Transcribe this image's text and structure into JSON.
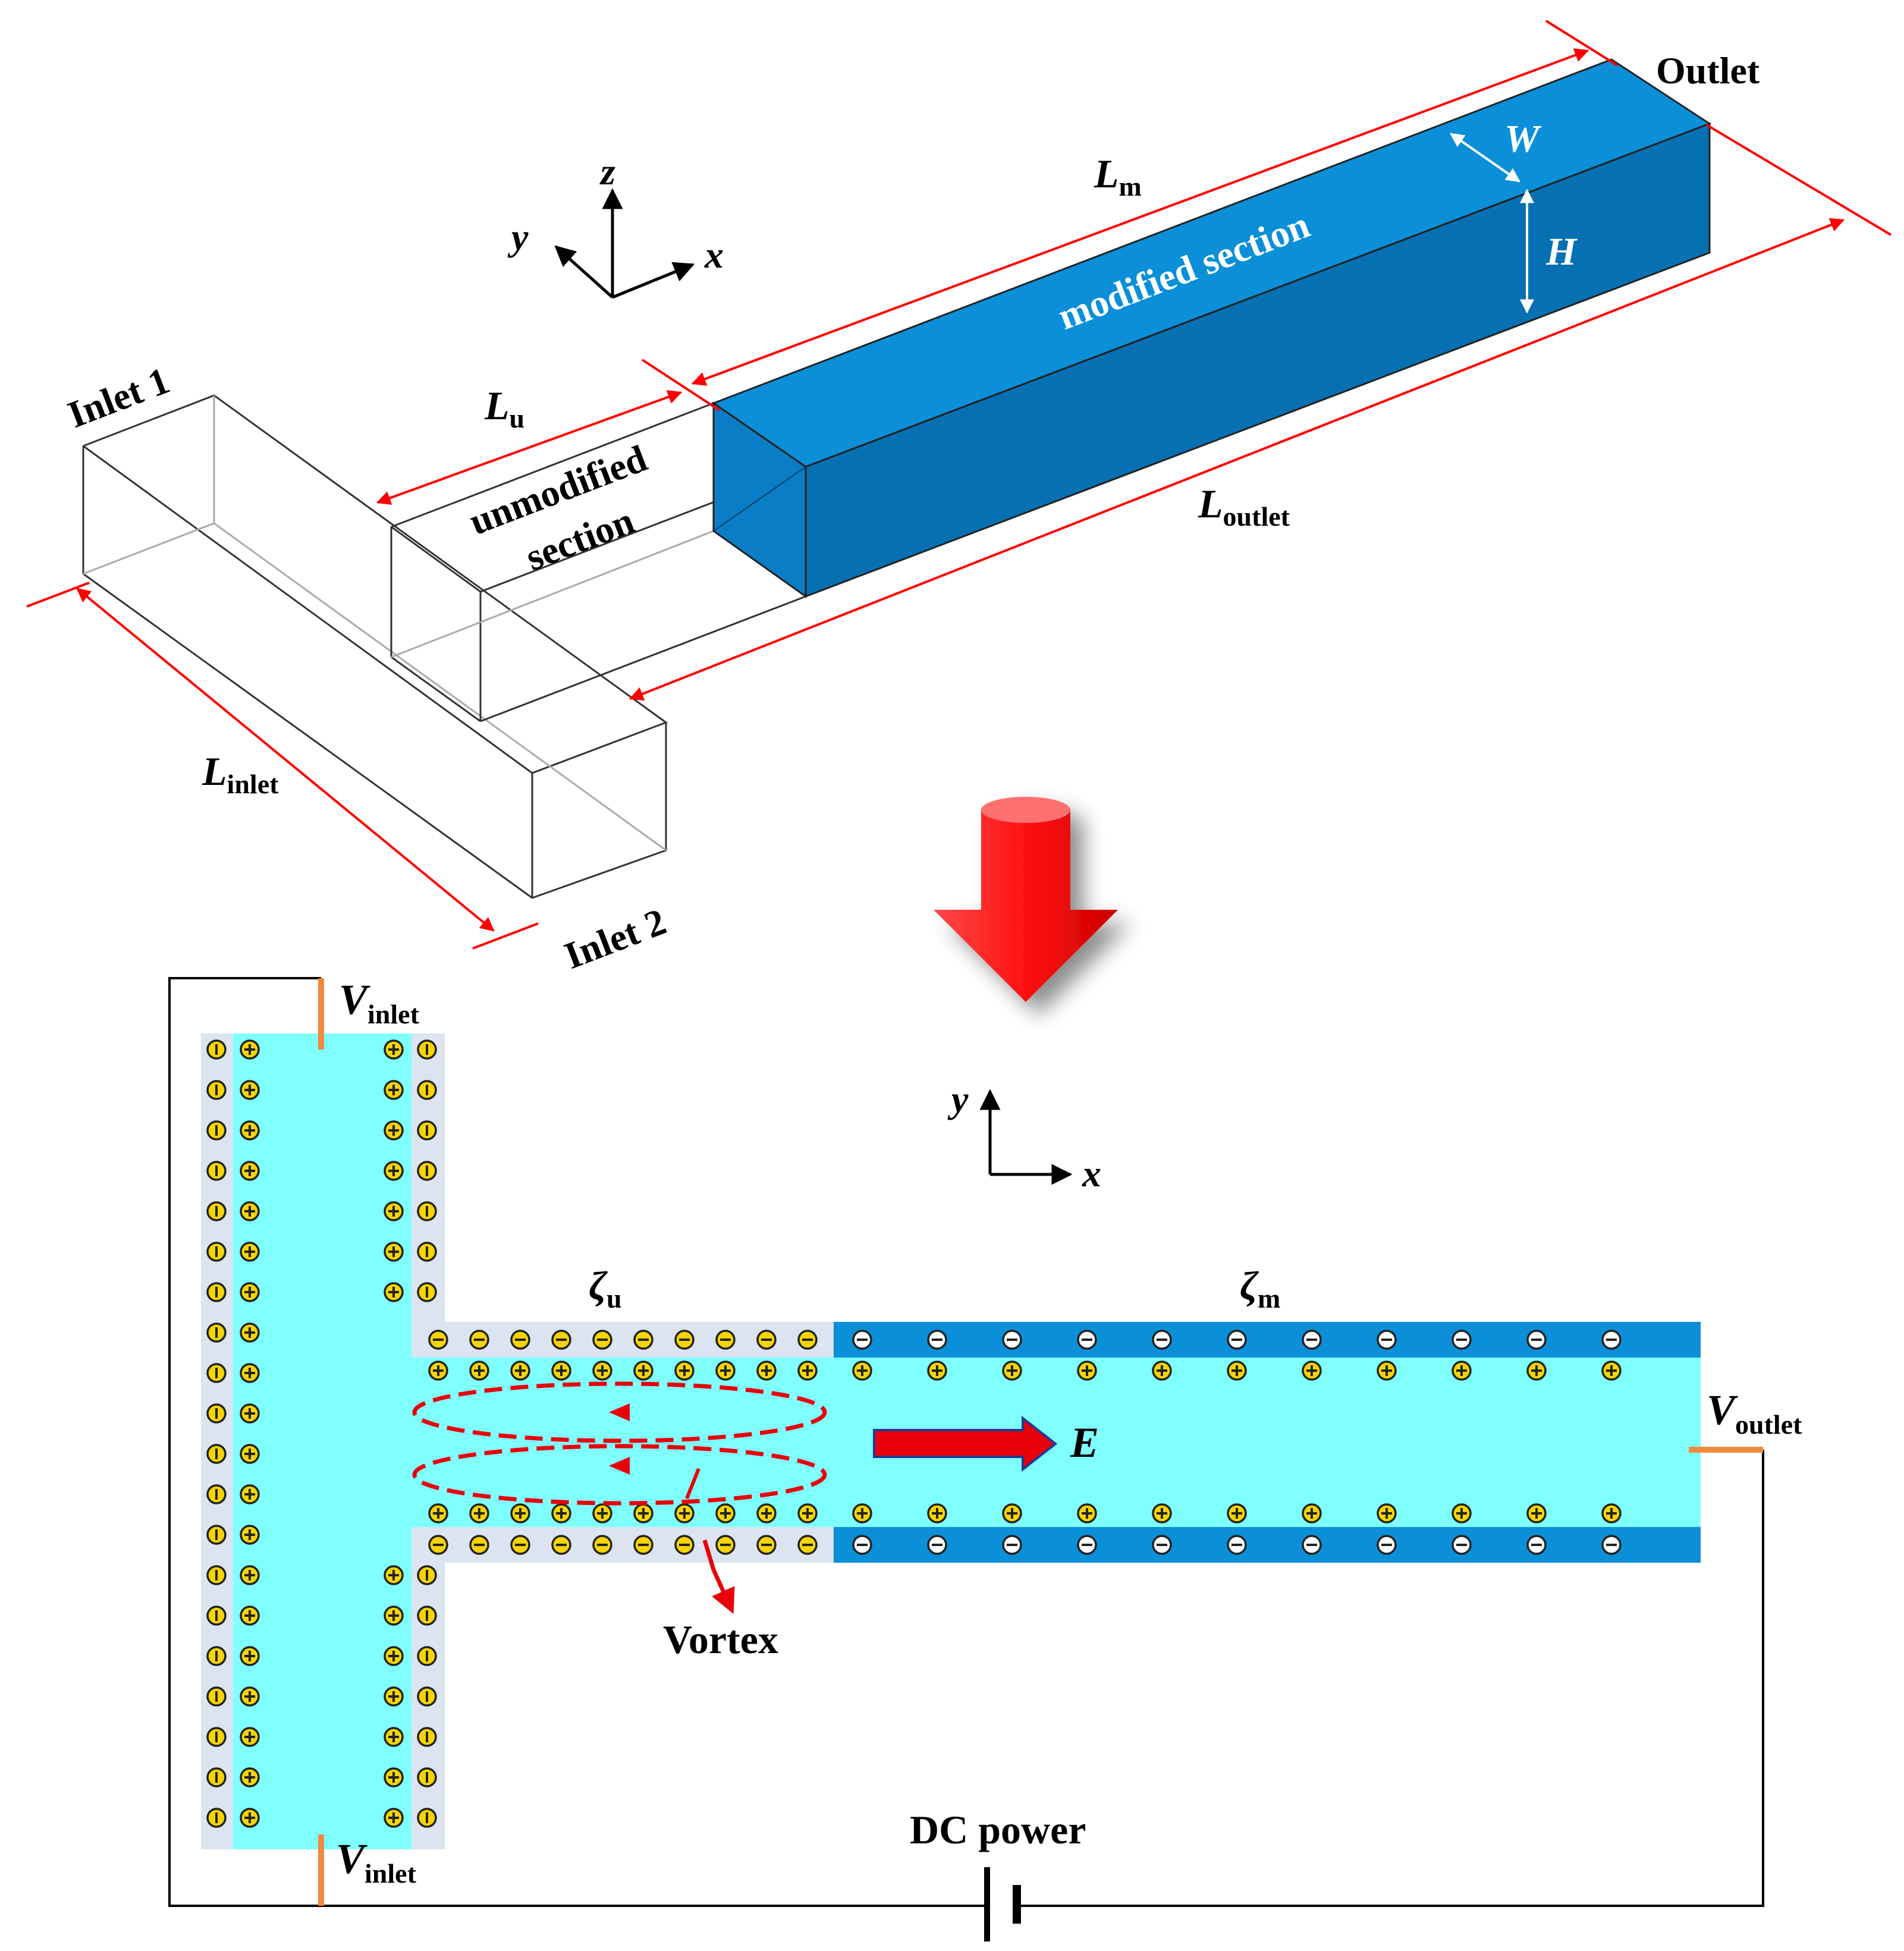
{
  "diagram3d": {
    "inlet1": "Inlet 1",
    "inlet2": "Inlet 2",
    "outlet": "Outlet",
    "unmodified": [
      "unmodified",
      "section"
    ],
    "modified": "modified section",
    "axes": {
      "x": "x",
      "y": "y",
      "z": "z"
    },
    "dims": {
      "L_inlet": {
        "main": "L",
        "sub": "inlet"
      },
      "L_u": {
        "main": "L",
        "sub": "u"
      },
      "L_m": {
        "main": "L",
        "sub": "m"
      },
      "L_outlet": {
        "main": "L",
        "sub": "outlet"
      },
      "W": "W",
      "H": "H"
    }
  },
  "diagram2d": {
    "axes": {
      "x": "x",
      "y": "y"
    },
    "zeta_u": {
      "main": "ζ",
      "sub": "u"
    },
    "zeta_m": {
      "main": "ζ",
      "sub": "m"
    },
    "E": "E",
    "vortex": "Vortex",
    "dc_power": "DC power",
    "v_inlet": {
      "main": "V",
      "sub": "inlet"
    },
    "v_outlet": {
      "main": "V",
      "sub": "outlet"
    }
  },
  "colors": {
    "channel_fluid": "#80ffff",
    "modified_wall": "#0a8fd8",
    "modified_wall_dark": "#0670b3",
    "unmodified_wall": "#dbe4f0",
    "arrow_red": "#e8000b",
    "dimension_red": "#ff0000",
    "electrode": "#f08a3c",
    "ion_fill": "#f5d400"
  }
}
